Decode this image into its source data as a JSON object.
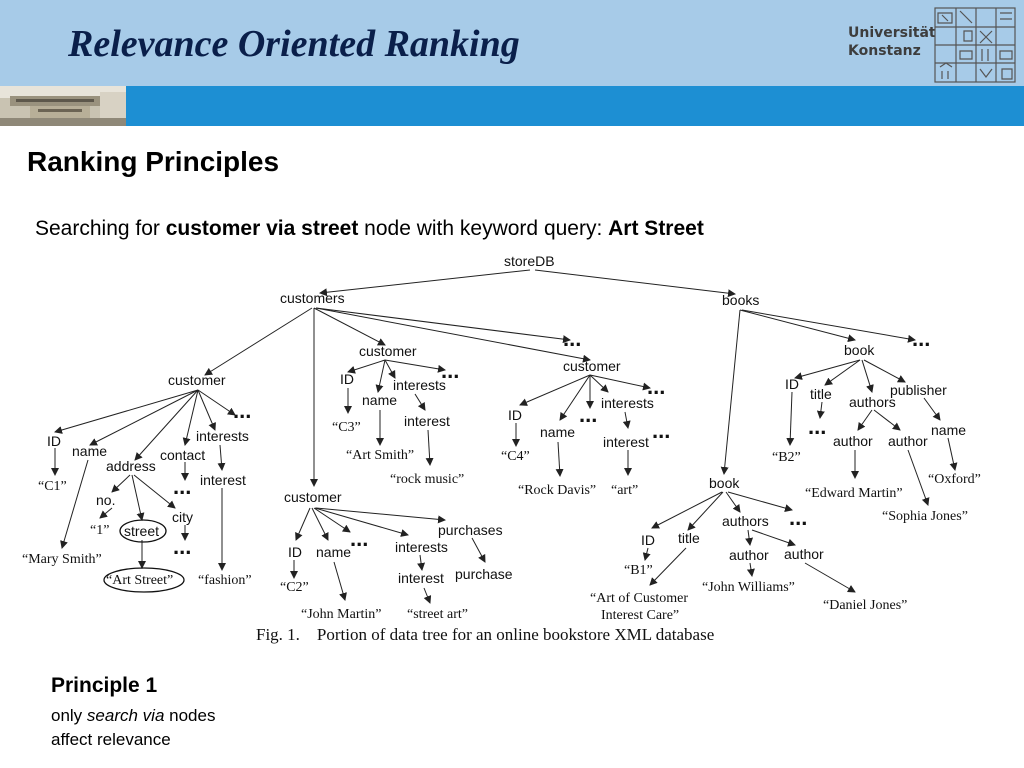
{
  "slide": {
    "title": "Relevance Oriented Ranking",
    "logo": {
      "line1": "Universität",
      "line2": "Konstanz"
    },
    "heading": "Ranking Principles",
    "subtitle": {
      "prefix": "Searching for ",
      "bold1": "customer via street",
      "middle": " node with keyword query: ",
      "bold2": "Art Street"
    },
    "caption": "Fig. 1.    Portion of data tree for an online bookstore XML database",
    "principle": {
      "title": "Principle 1",
      "line_pre": "only ",
      "line_em": "search via",
      "line_post": " nodes",
      "line2": "affect relevance"
    }
  },
  "tree": {
    "nodes": {
      "root": "storeDB",
      "customers": "customers",
      "books": "books",
      "c1": "customer",
      "c1_id": "ID",
      "c1_name": "name",
      "c1_address": "address",
      "c1_contact": "contact",
      "c1_interests": "interests",
      "c1_interest": "interest",
      "c1_no": "no.",
      "c1_street": "street",
      "c1_city": "city",
      "c1_id_val": "“C1”",
      "c1_name_val": "“Mary Smith”",
      "c1_no_val": "“1”",
      "c1_street_val": "“Art Street”",
      "c1_interest_val": "“fashion”",
      "c3": "customer",
      "c3_id": "ID",
      "c3_name": "name",
      "c3_interests": "interests",
      "c3_interest": "interest",
      "c3_id_val": "“C3”",
      "c3_name_val": "“Art Smith”",
      "c3_interest_val": "“rock music”",
      "c4": "customer",
      "c4_id": "ID",
      "c4_name": "name",
      "c4_interests": "interests",
      "c4_interest": "interest",
      "c4_id_val": "“C4”",
      "c4_name_val": "“Rock Davis”",
      "c4_interest_val": "“art”",
      "c2": "customer",
      "c2_id": "ID",
      "c2_name": "name",
      "c2_interests": "interests",
      "c2_interest": "interest",
      "c2_purchases": "purchases",
      "c2_purchase": "purchase",
      "c2_id_val": "“C2”",
      "c2_name_val": "“John Martin”",
      "c2_interest_val": "“street art”",
      "b2": "book",
      "b2_id": "ID",
      "b2_title": "title",
      "b2_authors": "authors",
      "b2_publisher": "publisher",
      "b2_author1": "author",
      "b2_author2": "author",
      "b2_pubname": "name",
      "b2_id_val": "“B2”",
      "b2_author1_val": "“Edward Martin”",
      "b2_author2_val": "“Sophia Jones”",
      "b2_pubname_val": "“Oxford”",
      "b1": "book",
      "b1_id": "ID",
      "b1_title": "title",
      "b1_authors": "authors",
      "b1_author1": "author",
      "b1_author2": "author",
      "b1_id_val": "“B1”",
      "b1_title_val1": "“Art of Customer",
      "b1_title_val2": "Interest Care”",
      "b1_author1_val": "“John Williams”",
      "b1_author2_val": "“Daniel Jones”",
      "ellipsis": "..."
    }
  }
}
